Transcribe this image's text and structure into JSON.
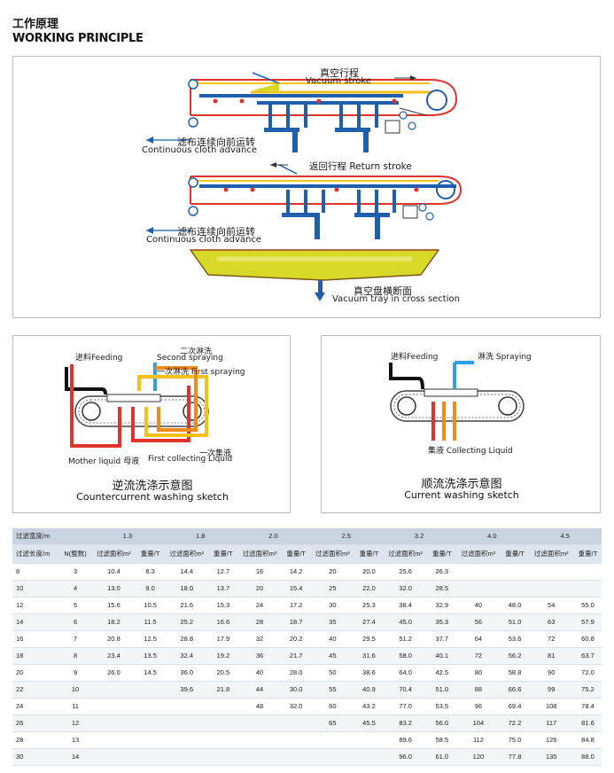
{
  "header": {
    "title_zh": "工作原理",
    "title_en": "WORKING PRINCIPLE"
  },
  "diagram_main": {
    "vacuum_stroke_zh": "真空行程",
    "vacuum_stroke_en": "Vacuum stroke",
    "cloth_advance_zh_1": "滤布连续向前运转",
    "cloth_advance_en_1": "Continuous  cloth  advance",
    "return_stroke_zh": "返回行程",
    "return_stroke_en": "Return  stroke",
    "cloth_advance_zh_2": "滤布连续向前运转",
    "cloth_advance_en_2": "Continuous  cloth  advance",
    "tray_zh": "真空盘横断面",
    "tray_en": "Vacuum  tray  in  cross  section"
  },
  "countercurrent": {
    "feeding": "进料Feeding",
    "second_zh": "二次淋洗",
    "second_en": "Second spraying",
    "first": "一次淋洗 First spraying",
    "mother": "Mother liquid 母液",
    "first_collect_zh": "一次集液",
    "first_collect_en": "First collecting Liquid",
    "caption_zh": "逆流洗涤示意图",
    "caption_en": "Countercurrent  washing sketch"
  },
  "current": {
    "feeding": "进料Feeding",
    "spraying": "淋洗 Spraying",
    "collecting": "集液 Collecting Liquid",
    "caption_zh": "顺流洗涤示意图",
    "caption_en": "Current  washing sketch"
  },
  "table": {
    "width_label": "过滤宽度/m",
    "length_label": "过滤长度/m",
    "count_label": "N(整数)",
    "area_label": "过滤面积m²",
    "weight_label": "重量/T",
    "widths": [
      "1.3",
      "1.8",
      "2.0",
      "2.5",
      "3.2",
      "4.0",
      "4.5"
    ],
    "rows": [
      [
        "8",
        "3",
        "10.4",
        "8.3",
        "14.4",
        "12.7",
        "16",
        "14.2",
        "20",
        "20.0",
        "25.6",
        "26.3",
        "",
        "",
        "",
        ""
      ],
      [
        "10",
        "4",
        "13.0",
        "9.0",
        "18.0",
        "13.7",
        "20",
        "15.4",
        "25",
        "22.0",
        "32.0",
        "28.5",
        "",
        "",
        "",
        ""
      ],
      [
        "12",
        "5",
        "15.6",
        "10.5",
        "21.6",
        "15.3",
        "24",
        "17.2",
        "30",
        "25.3",
        "38.4",
        "32.9",
        "40",
        "48.0",
        "54",
        "55.0"
      ],
      [
        "14",
        "6",
        "18.2",
        "11.5",
        "25.2",
        "16.6",
        "28",
        "18.7",
        "35",
        "27.4",
        "45.0",
        "35.3",
        "56",
        "51.0",
        "63",
        "57.9"
      ],
      [
        "16",
        "7",
        "20.8",
        "12.5",
        "28.8",
        "17.9",
        "32",
        "20.2",
        "40",
        "29.5",
        "51.2",
        "37.7",
        "64",
        "53.6",
        "72",
        "60.8"
      ],
      [
        "18",
        "8",
        "23.4",
        "13.5",
        "32.4",
        "19.2",
        "36",
        "21.7",
        "45",
        "31.6",
        "58.0",
        "40.1",
        "72",
        "56.2",
        "81",
        "63.7"
      ],
      [
        "20",
        "9",
        "26.0",
        "14.5",
        "36.0",
        "20.5",
        "40",
        "28.0",
        "50",
        "38.6",
        "64.0",
        "42.5",
        "80",
        "58.8",
        "90",
        "72.0"
      ],
      [
        "22",
        "10",
        "",
        "",
        "39.6",
        "21.8",
        "44",
        "30.0",
        "55",
        "40.9",
        "70.4",
        "51.0",
        "88",
        "66.6",
        "99",
        "75.2"
      ],
      [
        "24",
        "11",
        "",
        "",
        "",
        "",
        "48",
        "32.0",
        "60",
        "43.2",
        "77.0",
        "53.5",
        "96",
        "69.4",
        "108",
        "78.4"
      ],
      [
        "26",
        "12",
        "",
        "",
        "",
        "",
        "",
        "",
        "65",
        "45.5",
        "83.2",
        "56.0",
        "104",
        "72.2",
        "117",
        "81.6"
      ],
      [
        "28",
        "13",
        "",
        "",
        "",
        "",
        "",
        "",
        "",
        "",
        "89.6",
        "58.5",
        "112",
        "75.0",
        "126",
        "84.8"
      ],
      [
        "30",
        "14",
        "",
        "",
        "",
        "",
        "",
        "",
        "",
        "",
        "96.0",
        "61.0",
        "120",
        "77.8",
        "135",
        "88.0"
      ]
    ]
  },
  "colors": {
    "pipe_blue": "#1f5fae",
    "pipe_red": "#e0332b",
    "pipe_yellow": "#f6c21a",
    "pipe_orange": "#f08a1d",
    "spray_blue": "#2e9fe0",
    "tray_yellow": "#d9d92a"
  }
}
